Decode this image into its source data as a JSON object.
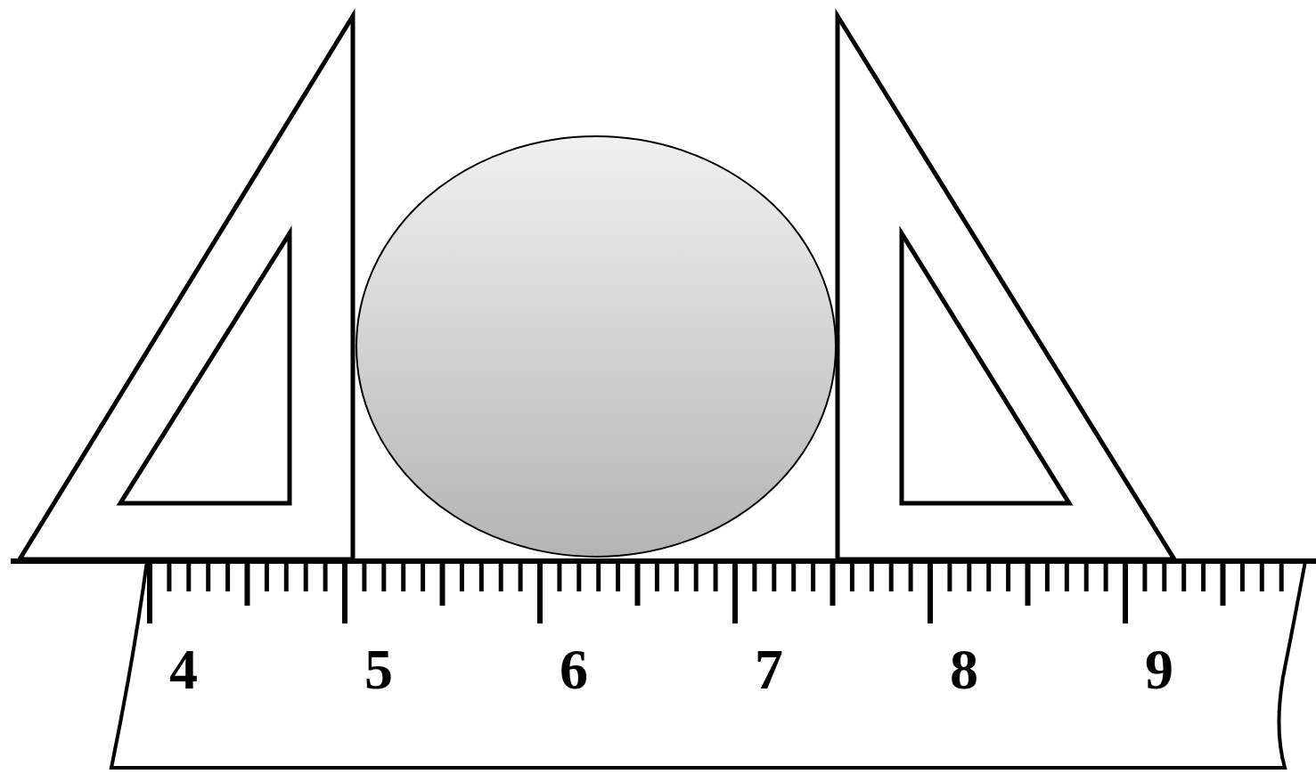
{
  "diagram": {
    "labels": [
      "4",
      "5",
      "6",
      "7",
      "8",
      "9"
    ]
  }
}
